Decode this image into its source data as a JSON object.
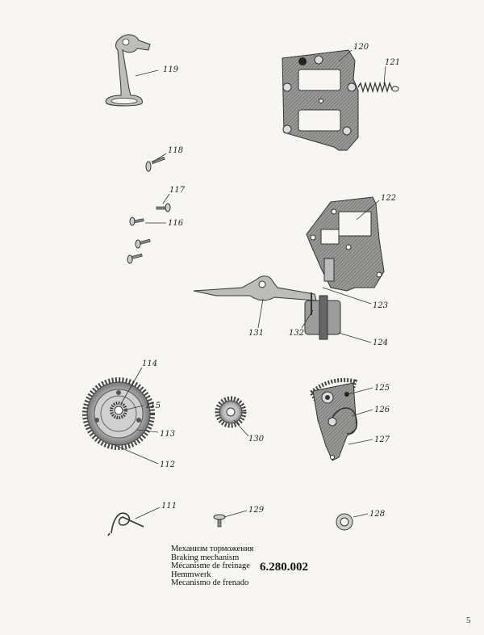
{
  "parts": {
    "p111": "111",
    "p112": "112",
    "p113": "113",
    "p114": "114",
    "p115": "115",
    "p116": "116",
    "p117": "117",
    "p118": "118",
    "p119": "119",
    "p120": "120",
    "p121": "121",
    "p122": "122",
    "p123": "123",
    "p124": "124",
    "p125": "125",
    "p126": "126",
    "p127": "127",
    "p128": "128",
    "p129": "129",
    "p130": "130",
    "p131": "131",
    "p132": "132"
  },
  "caption": {
    "ru": "Механизм торможения",
    "en": "Braking mechanism",
    "fr": "Mécanisme de freinage",
    "de": "Hemmwerk",
    "es": "Mecanismo de frenado"
  },
  "catalog_code": "6.280.002",
  "page_number": "5",
  "colors": {
    "ink": "#222222",
    "paper": "#f7f6f2",
    "metal": "#8a8a88",
    "metal_dark": "#4a4a48"
  }
}
